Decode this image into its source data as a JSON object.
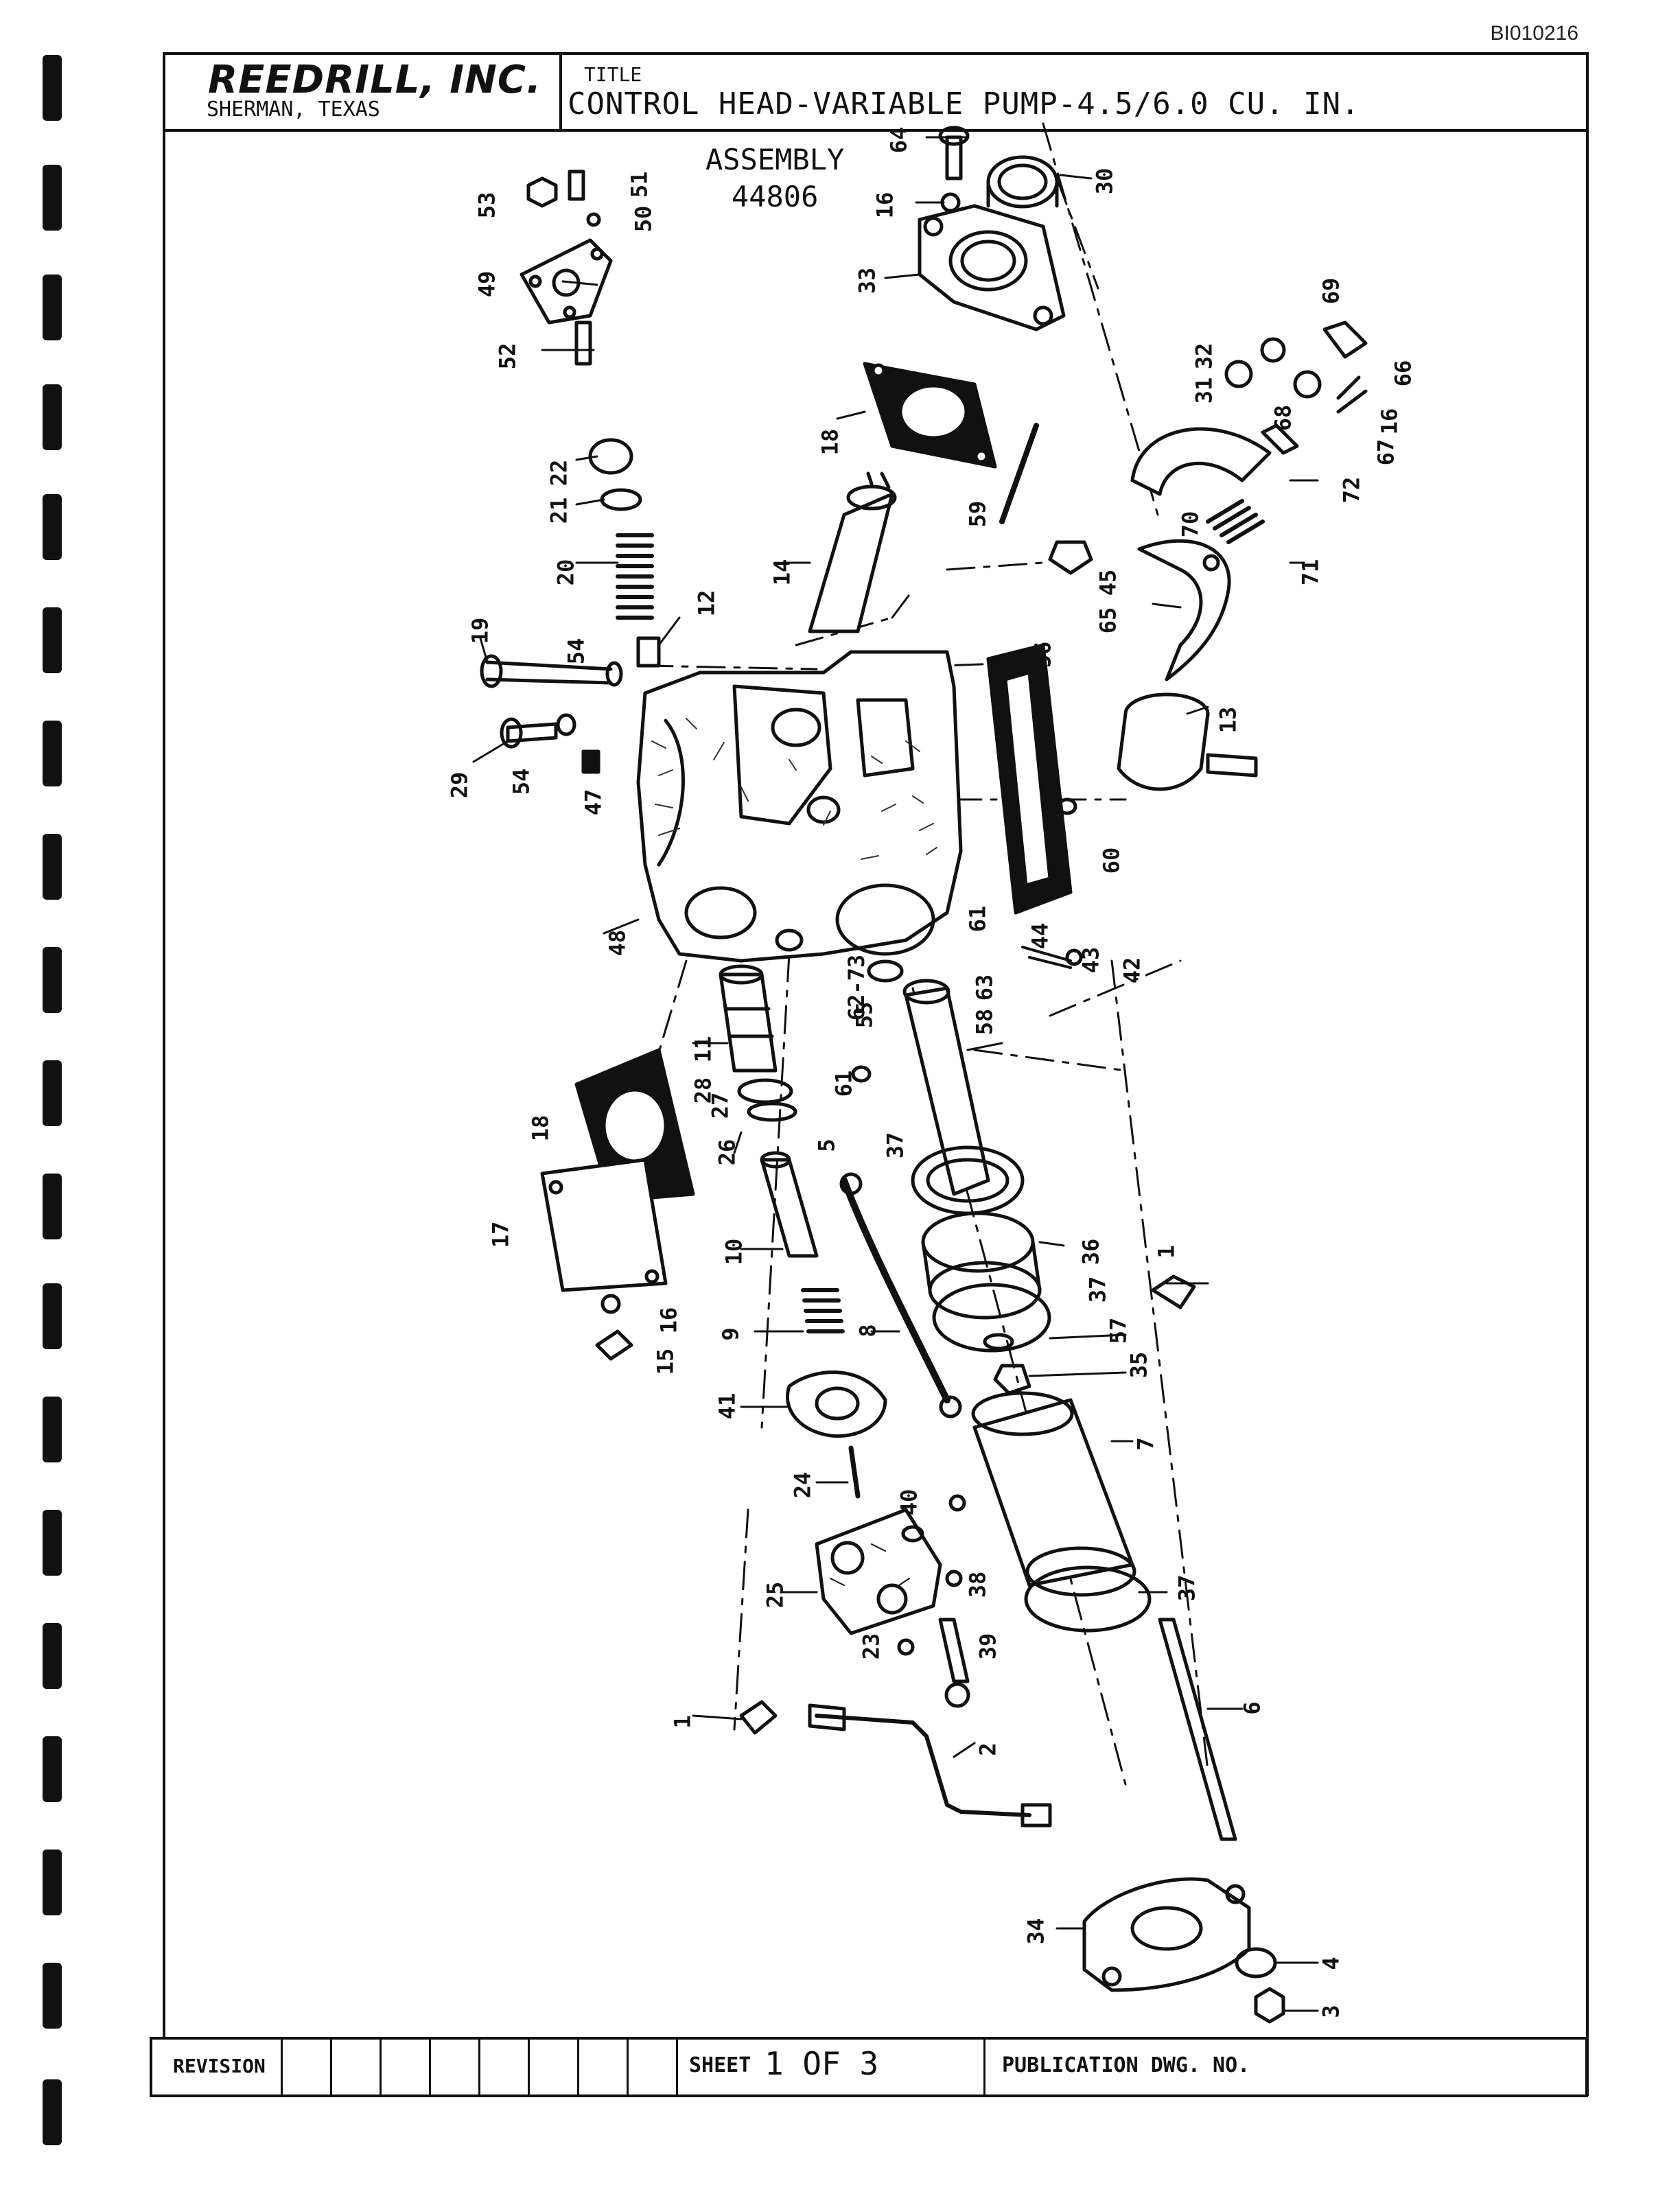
{
  "doc_id": "BI010216",
  "title_block": {
    "company": "REEDRILL, INC.",
    "location": "SHERMAN, TEXAS",
    "title_label": "TITLE",
    "title": "CONTROL HEAD-VARIABLE PUMP-4.5/6.0 CU. IN."
  },
  "drawing": {
    "assembly_label": "ASSEMBLY",
    "assembly_number": "44806",
    "callouts": [
      "64",
      "30",
      "16",
      "33",
      "53",
      "51",
      "50",
      "49",
      "52",
      "69",
      "66",
      "32",
      "31",
      "68",
      "16",
      "67",
      "18",
      "72",
      "70",
      "22",
      "21",
      "59",
      "45",
      "71",
      "20",
      "14",
      "65",
      "12",
      "19",
      "54",
      "56",
      "13",
      "29",
      "54",
      "47",
      "60",
      "48",
      "61",
      "44",
      "43",
      "42",
      "62-73",
      "55",
      "63",
      "58",
      "11",
      "28",
      "27",
      "26",
      "61",
      "5",
      "37",
      "18",
      "36",
      "1",
      "10",
      "17",
      "37",
      "57",
      "16",
      "9",
      "8",
      "35",
      "15",
      "41",
      "7",
      "24",
      "40",
      "38",
      "37",
      "25",
      "23",
      "39",
      "6",
      "1",
      "2",
      "34",
      "4",
      "3"
    ]
  },
  "footer": {
    "revision_label": "REVISION",
    "sheet_label": "SHEET",
    "sheet_number": "1 OF 3",
    "publication_label": "PUBLICATION DWG. NO."
  }
}
